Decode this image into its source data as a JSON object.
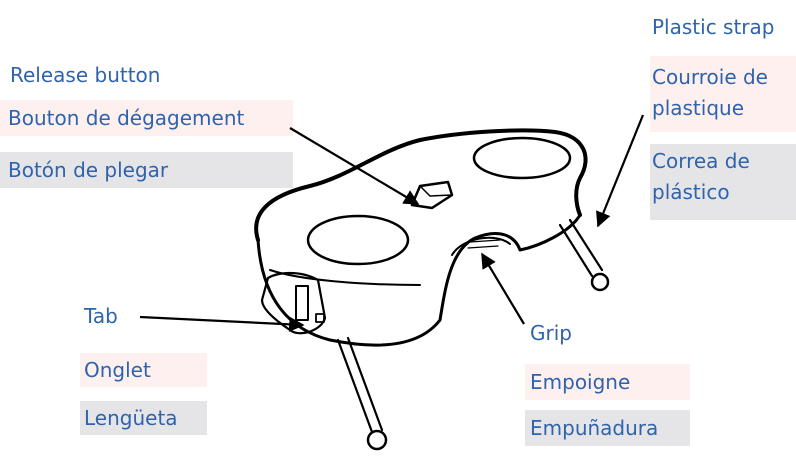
{
  "labels": {
    "release": {
      "en": "Release button",
      "fr": "Bouton de dégagement",
      "es": "Botón de plegar"
    },
    "strap": {
      "en": "Plastic strap",
      "fr": "Courroie de plastique",
      "es": "Correa de plástico"
    },
    "tab": {
      "en": "Tab",
      "fr": "Onglet",
      "es": "Lengüeta"
    },
    "grip": {
      "en": "Grip",
      "fr": "Empoigne",
      "es": "Empuñadura"
    }
  },
  "colors": {
    "text": "#2f63ad",
    "french_bg": "#fdf0ee",
    "spanish_bg": "#e5e5e7",
    "line": "#000000"
  }
}
